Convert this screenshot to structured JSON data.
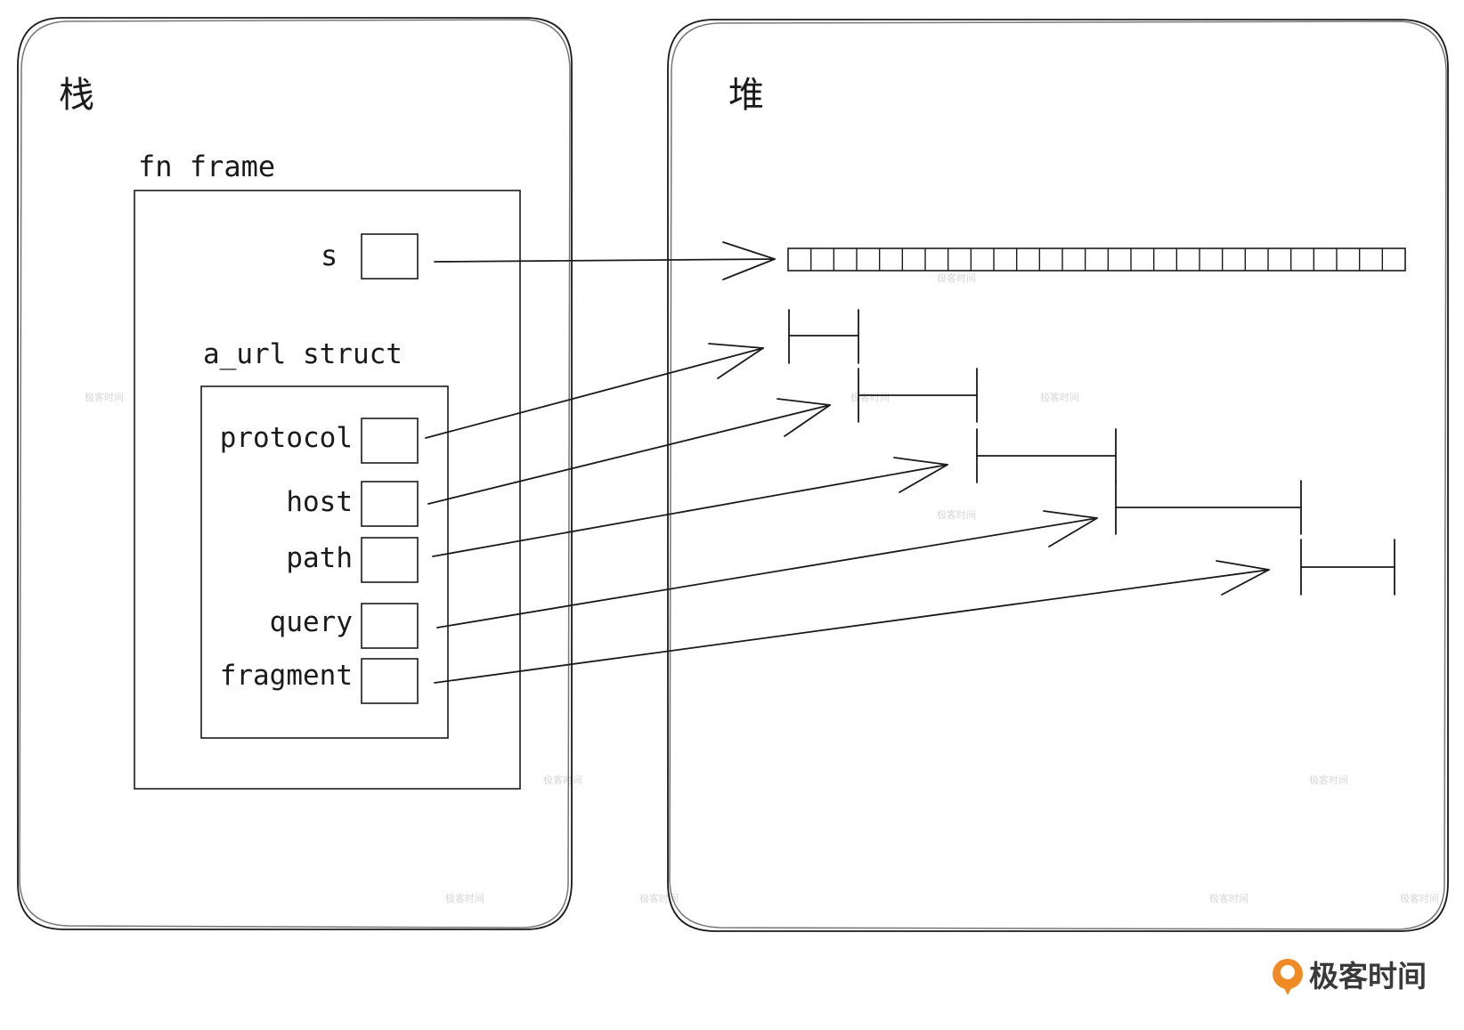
{
  "stack": {
    "title": "栈"
  },
  "heap": {
    "title": "堆"
  },
  "frame": {
    "label": "fn frame",
    "s_label": "s"
  },
  "struct": {
    "label": "a_url struct",
    "fields": [
      "protocol",
      "host",
      "path",
      "query",
      "fragment"
    ]
  },
  "heap_data": {
    "cells": 27
  },
  "watermark": "极客时间",
  "brand": {
    "name": "极客时间",
    "color": "#f08a24"
  }
}
